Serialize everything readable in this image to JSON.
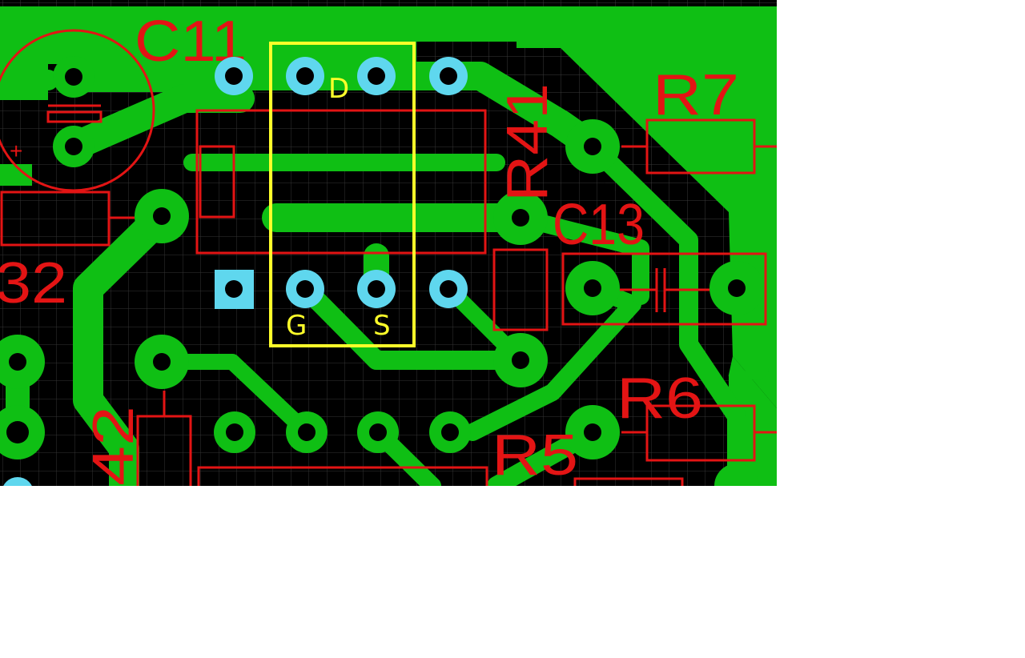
{
  "colors": {
    "board_bg": "#000000",
    "grid": "#3a3a3a",
    "copper": "#0fbf14",
    "silkscreen": "#e31414",
    "pad_ring": "#5fd7ee",
    "drill": "#000000",
    "highlight": "#ffff2a",
    "page_bg": "#ffffff"
  },
  "designators": {
    "c11": "C11",
    "r7": "R7",
    "r41": "R41",
    "c13": "C13",
    "r6": "R6",
    "r5": "R5",
    "r32_partial": "32",
    "r42_partial": "42"
  },
  "pin_labels": {
    "drain": "D",
    "gate": "G",
    "source": "S"
  },
  "polarity_mark": "+"
}
